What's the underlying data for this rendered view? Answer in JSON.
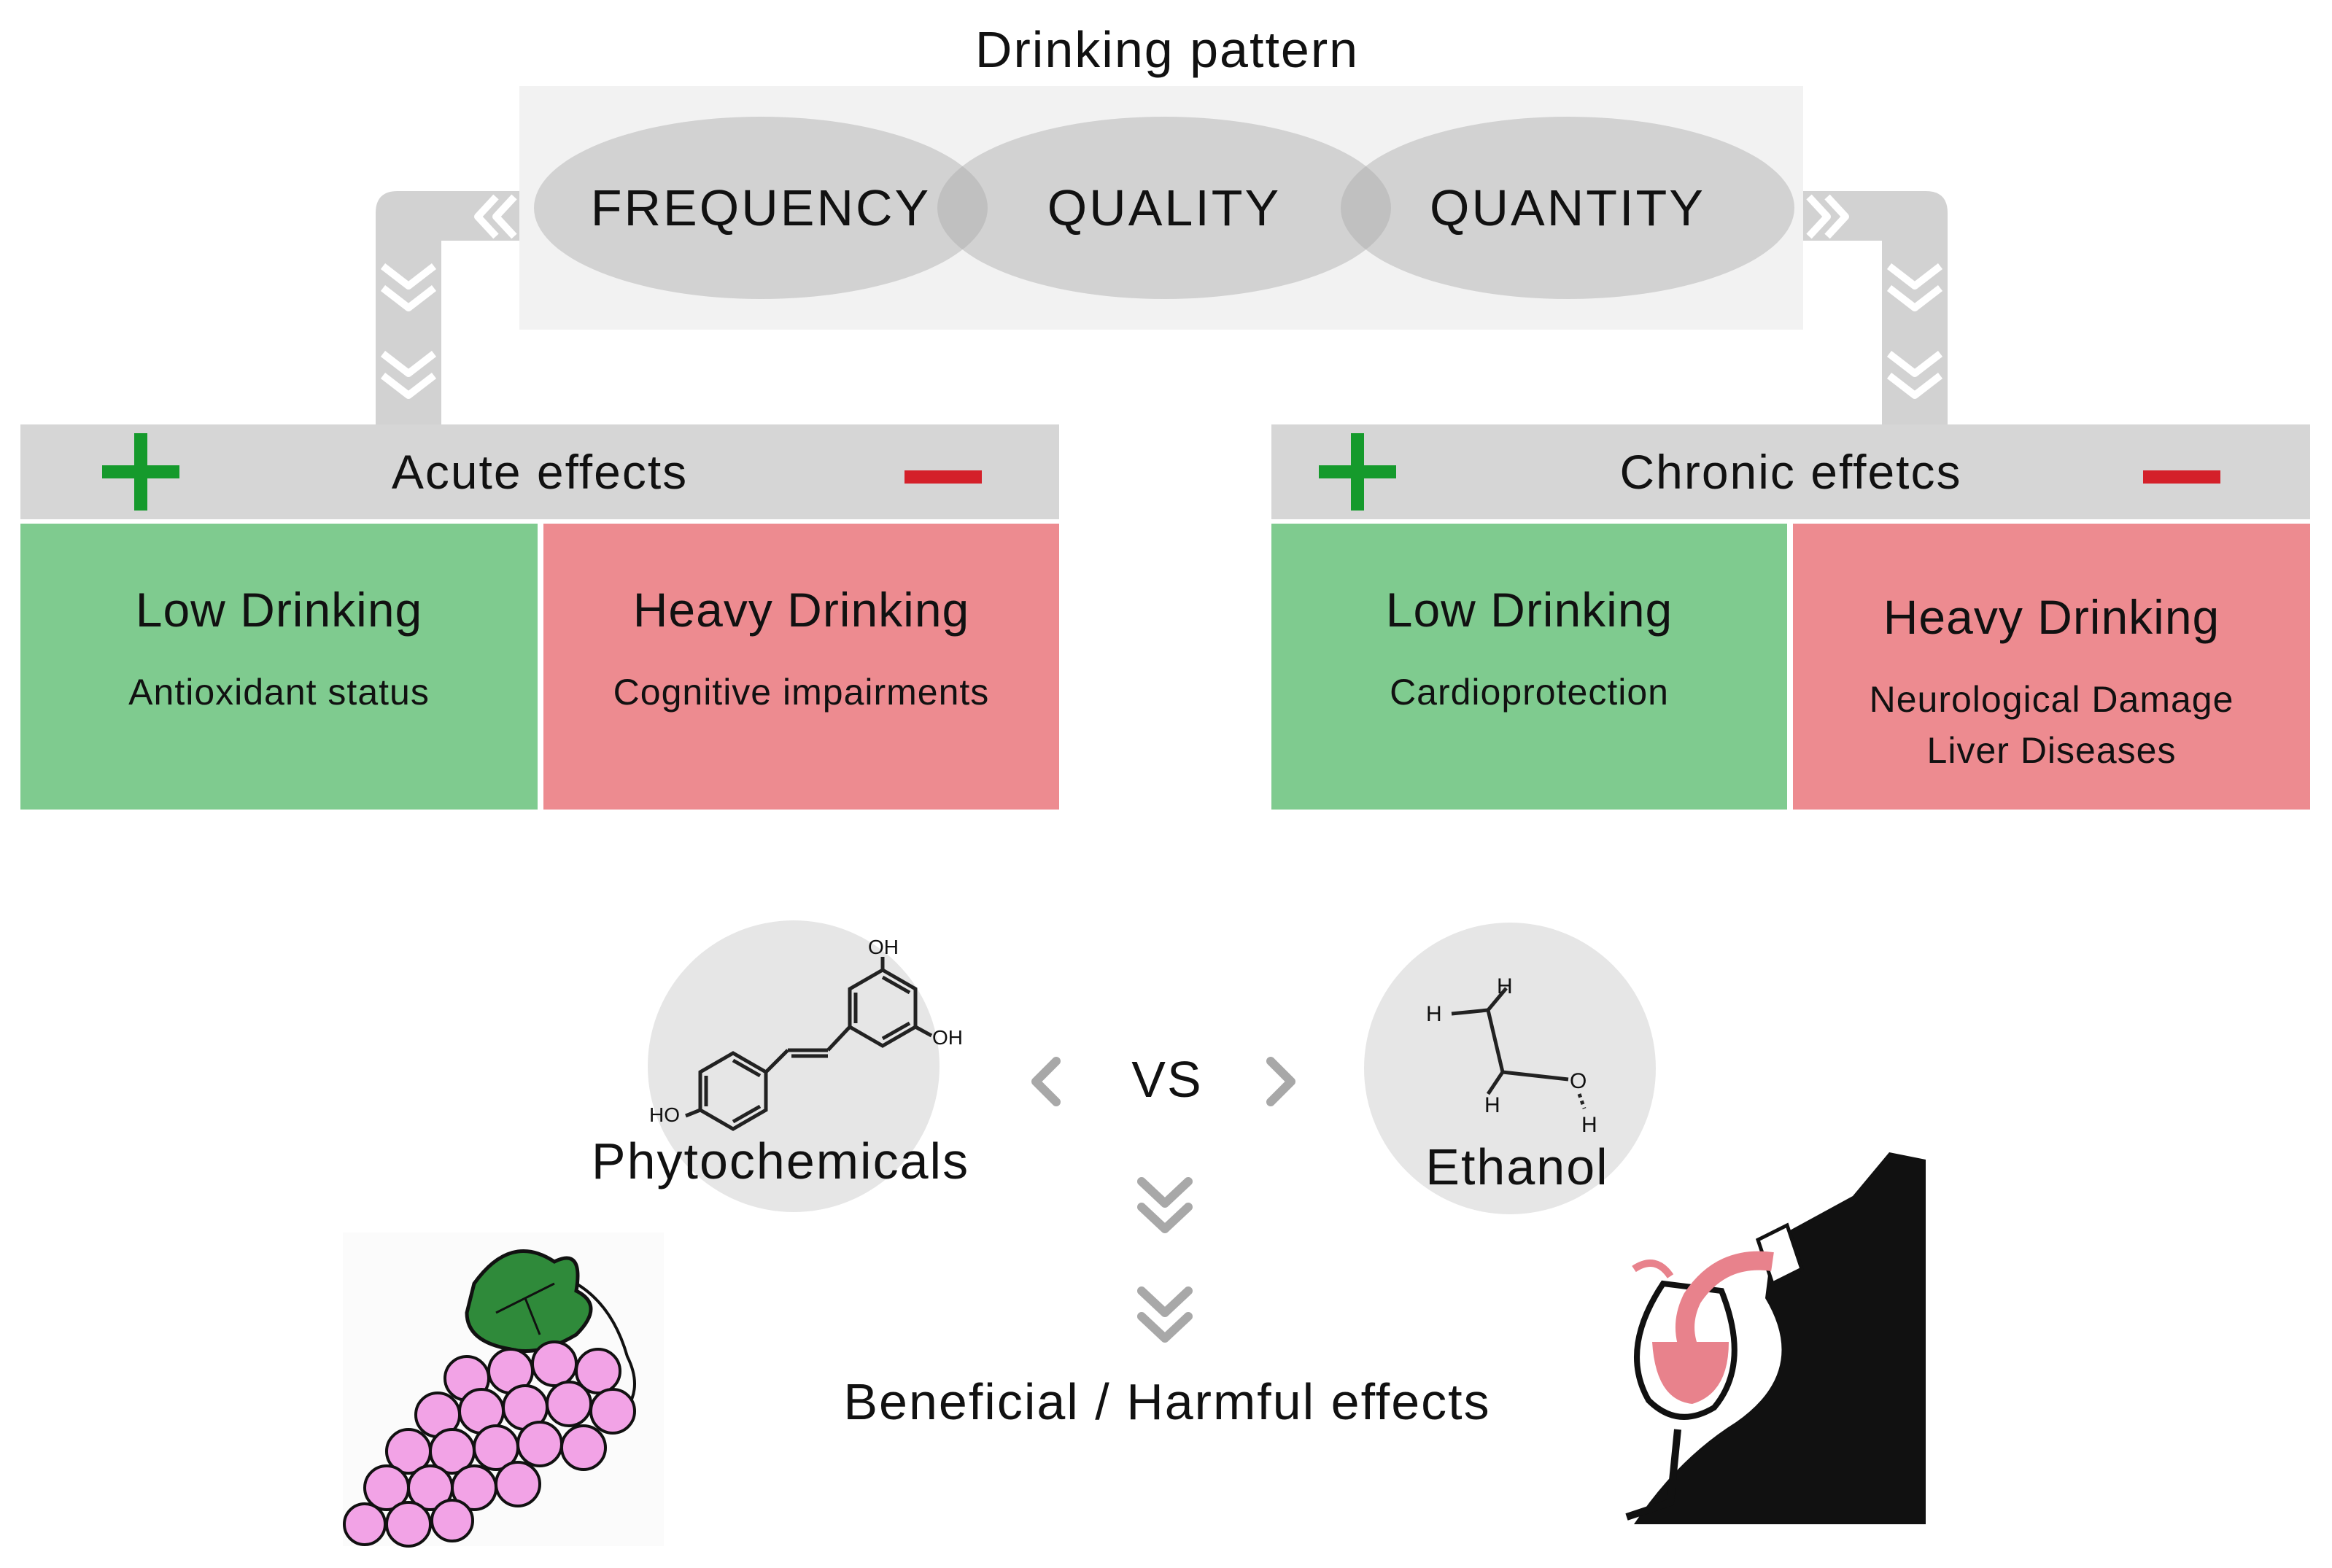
{
  "title": "Drinking pattern",
  "factors": [
    "FREQUENCY",
    "QUALITY",
    "QUANTITY"
  ],
  "acute": {
    "heading": "Acute effects",
    "low_title": "Low Drinking",
    "low_text": "Antioxidant status",
    "heavy_title": "Heavy Drinking",
    "heavy_text": "Cognitive impairments"
  },
  "chronic": {
    "heading": "Chronic effetcs",
    "low_title": "Low Drinking",
    "low_text": "Cardioprotection",
    "heavy_title": "Heavy Drinking",
    "heavy_text_1": "Neurological Damage",
    "heavy_text_2": "Liver Diseases"
  },
  "comparison": {
    "left_label": "Phytochemicals",
    "vs": "VS",
    "right_label": "Ethanol",
    "outcome": "Beneficial / Harmful effects"
  },
  "molecule_atoms": {
    "resveratrol_oh_top": "OH",
    "resveratrol_oh_right": "OH",
    "resveratrol_ho": "HO",
    "ethanol_h1": "H",
    "ethanol_h2": "H",
    "ethanol_h3": "H",
    "ethanol_o": "O",
    "ethanol_h4": "H"
  },
  "colors": {
    "positive": "#7fcb8f",
    "negative": "#ed8b90",
    "plus": "#159a2c",
    "minus": "#d4202a",
    "connector": "#cccccc"
  }
}
